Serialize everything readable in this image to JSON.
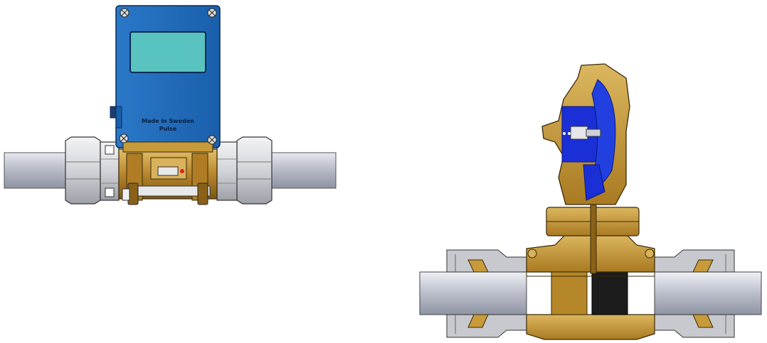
{
  "figure": {
    "views": [
      {
        "id": "external",
        "housing_label_lines": [
          "Made in Sweden",
          "Pulse"
        ]
      },
      {
        "id": "cross-section"
      }
    ]
  },
  "colors": {
    "housing_blue": "#1f6fc0",
    "display_cyan": "#59c3c0",
    "brass": "#c79a3a",
    "internal_blue": "#1a2fd6",
    "pipe_grey": "#c9ccd6",
    "nut_steel": "#d8d9de"
  }
}
